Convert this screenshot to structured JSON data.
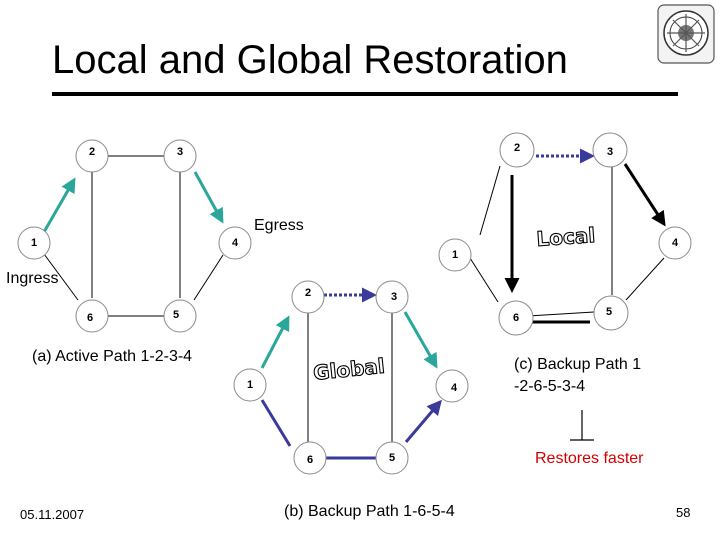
{
  "title": "Local and Global Restoration",
  "labels": {
    "egress": "Egress",
    "ingress": "Ingress",
    "caption_a": "(a) Active Path 1-2-3-4",
    "caption_b": "(b) Backup Path 1-6-5-4",
    "caption_c_line1": "(c) Backup Path 1",
    "caption_c_line2": "-2-6-5-3-4",
    "restores_faster": "Restores faster",
    "local": "Local",
    "global": "Global"
  },
  "footer": {
    "date": "05.11.2007",
    "page_number": "58"
  },
  "graph_a": {
    "nodes": [
      "1",
      "2",
      "3",
      "4",
      "5",
      "6"
    ],
    "active_path": [
      "1",
      "2",
      "3",
      "4"
    ]
  },
  "graph_b": {
    "nodes": [
      "1",
      "2",
      "3",
      "4",
      "5",
      "6"
    ],
    "backup_path": [
      "1",
      "6",
      "5",
      "4"
    ]
  },
  "graph_c": {
    "nodes": [
      "1",
      "2",
      "3",
      "4",
      "5",
      "6"
    ],
    "backup_path": [
      "1",
      "2",
      "6",
      "5",
      "3",
      "4"
    ]
  },
  "colors": {
    "active_path": "#2aa79a",
    "backup_path": "#3a3a9a",
    "failed_link": "#3a3a9a",
    "accent_text": "#d40000"
  }
}
